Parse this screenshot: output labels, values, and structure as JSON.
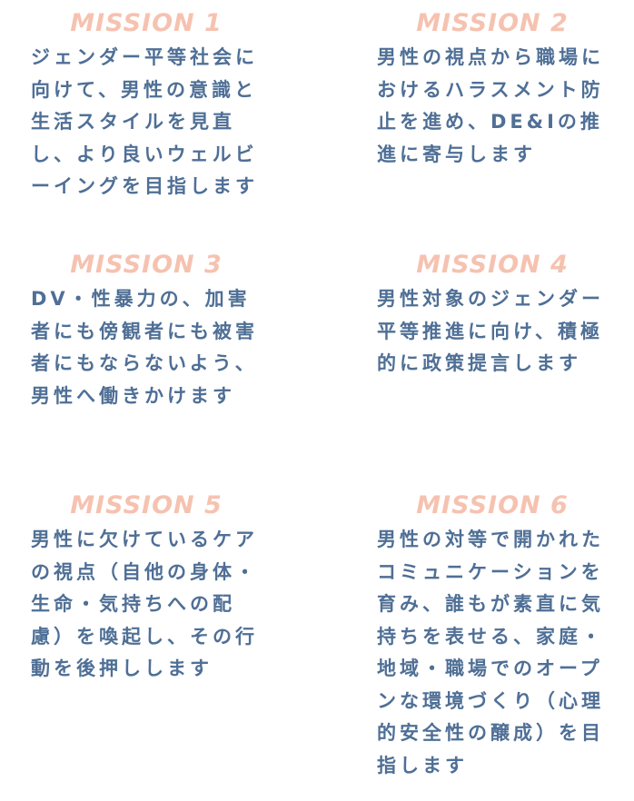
{
  "missions": [
    {
      "title": "MISSION 1",
      "text": "ジェンダー平等社会に向けて、男性の意識と生活スタイルを見直し、より良いウェルビーイングを目指します"
    },
    {
      "title": "MISSION 2",
      "text": "男性の視点から職場におけるハラスメント防止を進め、DE&Iの推進に寄与します"
    },
    {
      "title": "MISSION 3",
      "text": "DV・性暴力の、加害者にも傍観者にも被害者にもならないよう、男性へ働きかけます"
    },
    {
      "title": "MISSION 4",
      "text": "男性対象のジェンダー平等推進に向け、積極的に政策提言します"
    },
    {
      "title": "MISSION 5",
      "text": "男性に欠けているケアの視点（自他の身体・生命・気持ちへの配慮）を喚起し、その行動を後押しします"
    },
    {
      "title": "MISSION 6",
      "text": "男性の対等で開かれたコミュニケーションを育み、誰もが素直に気持ちを表せる、家庭・地域・職場でのオープンな環境づくり（心理的安全性の醸成）を目指します"
    }
  ],
  "colors": {
    "title": "#f6c2b0",
    "text": "#4f6f96",
    "background": "#ffffff"
  }
}
